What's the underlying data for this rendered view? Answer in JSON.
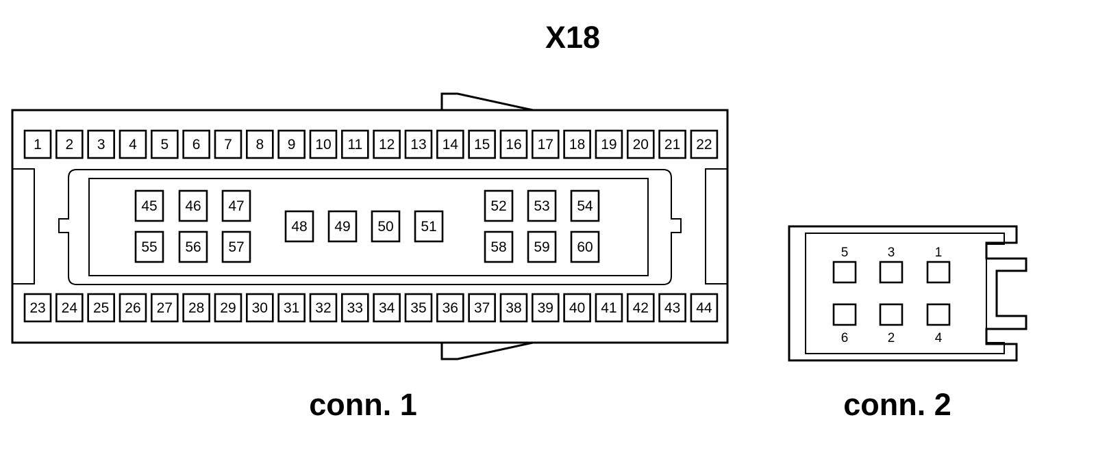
{
  "title": "X18",
  "connectors": [
    {
      "label": "conn. 1",
      "top_row": [
        "1",
        "2",
        "3",
        "4",
        "5",
        "6",
        "7",
        "8",
        "9",
        "10",
        "11",
        "12",
        "13",
        "14",
        "15",
        "16",
        "17",
        "18",
        "19",
        "20",
        "21",
        "22"
      ],
      "bottom_row": [
        "23",
        "24",
        "25",
        "26",
        "27",
        "28",
        "29",
        "30",
        "31",
        "32",
        "33",
        "34",
        "35",
        "36",
        "37",
        "38",
        "39",
        "40",
        "41",
        "42",
        "43",
        "44"
      ],
      "inner_left_top": [
        "45",
        "46",
        "47"
      ],
      "inner_left_bottom": [
        "55",
        "56",
        "57"
      ],
      "inner_middle": [
        "48",
        "49",
        "50",
        "51"
      ],
      "inner_right_top": [
        "52",
        "53",
        "54"
      ],
      "inner_right_bottom": [
        "58",
        "59",
        "60"
      ]
    },
    {
      "label": "conn. 2",
      "top_row": [
        "5",
        "3",
        "1"
      ],
      "bottom_row": [
        "6",
        "2",
        "4"
      ]
    }
  ]
}
